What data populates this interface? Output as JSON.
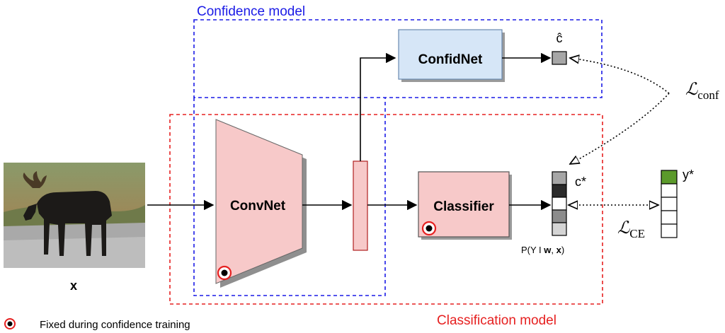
{
  "regions": {
    "confidence_model": "Confidence model",
    "classification_model": "Classification model"
  },
  "blocks": {
    "confidnet": "ConfidNet",
    "convnet": "ConvNet",
    "classifier": "Classifier"
  },
  "input": {
    "label": "x"
  },
  "outputs": {
    "c_hat": "ĉ",
    "c_star": "c*",
    "y_star": "y*",
    "prob_prefix": "P(Y I ",
    "prob_w": "w",
    "prob_sep": ", ",
    "prob_x": "x",
    "prob_suffix": ")"
  },
  "losses": {
    "conf_script": "ℒ",
    "conf_sub": "conf",
    "ce_script": "ℒ",
    "ce_sub": "CE"
  },
  "legend": {
    "text": "Fixed during confidence training"
  },
  "colors": {
    "confidence_border": "#1a1ae6",
    "classification_border": "#e62020",
    "confidnet_fill": "#d6e6f7",
    "pink_fill": "#f7c9c9",
    "green_cell": "#5b9a2b"
  }
}
